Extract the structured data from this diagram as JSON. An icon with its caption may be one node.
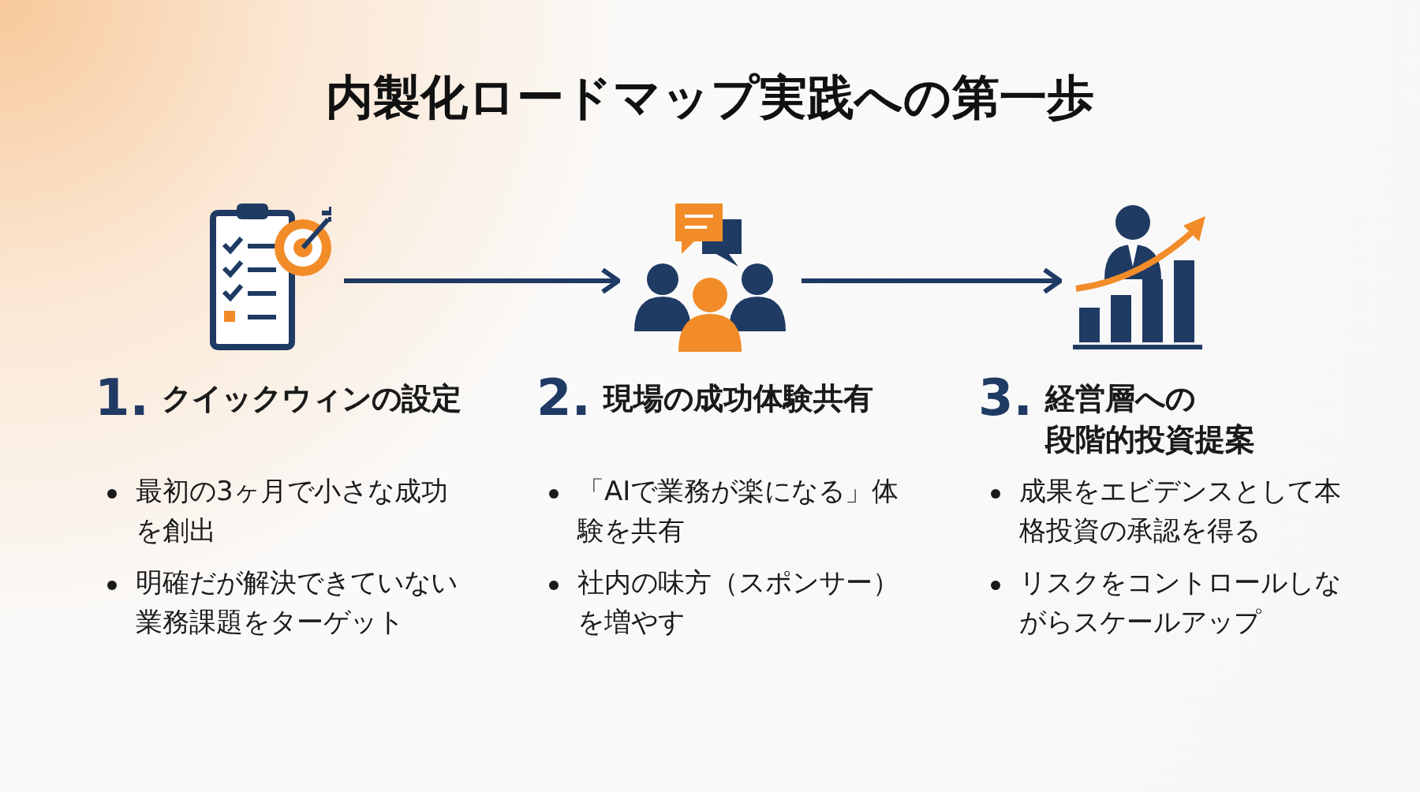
{
  "diagram": {
    "title": "内製化ロードマップ実践への第一歩",
    "nodes": [
      {
        "text": [],
        "shape": "picture"
      },
      {
        "text": [],
        "shape": "picture"
      },
      {
        "text": [],
        "shape": "picture"
      }
    ],
    "edges": [
      {
        "from": 0,
        "to": 1,
        "arrow": "to"
      },
      {
        "from": 1,
        "to": 2,
        "arrow": "to"
      }
    ],
    "labels": [
      "1.",
      "クイックウィンの設定",
      "2.",
      "現場の成功体験共有",
      "3.",
      "経営層への",
      "段階的投資提案",
      "最初の3ヶ月で小さな成功を創出",
      "明確だが解決できていない業務課題をターゲット",
      "「AIで業務が楽になる」体験を共有",
      "社内の味方（スポンサー）を増やす",
      "成果をエビデンスとして本格投資の承認を得る",
      "リスクをコントロールしながらスケールアップ"
    ]
  }
}
